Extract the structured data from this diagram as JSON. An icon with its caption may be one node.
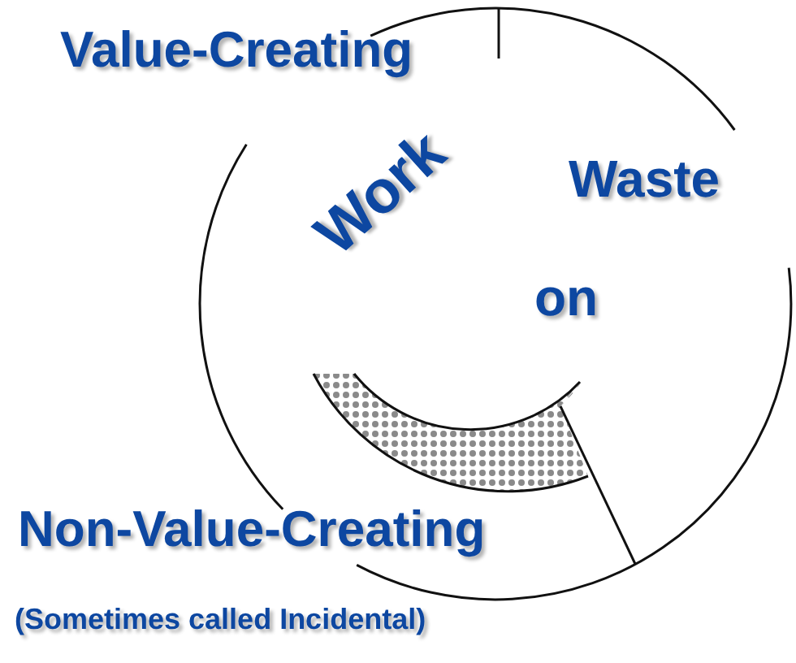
{
  "diagram": {
    "labels": [
      "Value-Creating",
      "Work",
      "Waste",
      "on",
      "Non-Value-Creating",
      "(Sometimes called Incidental)"
    ]
  }
}
